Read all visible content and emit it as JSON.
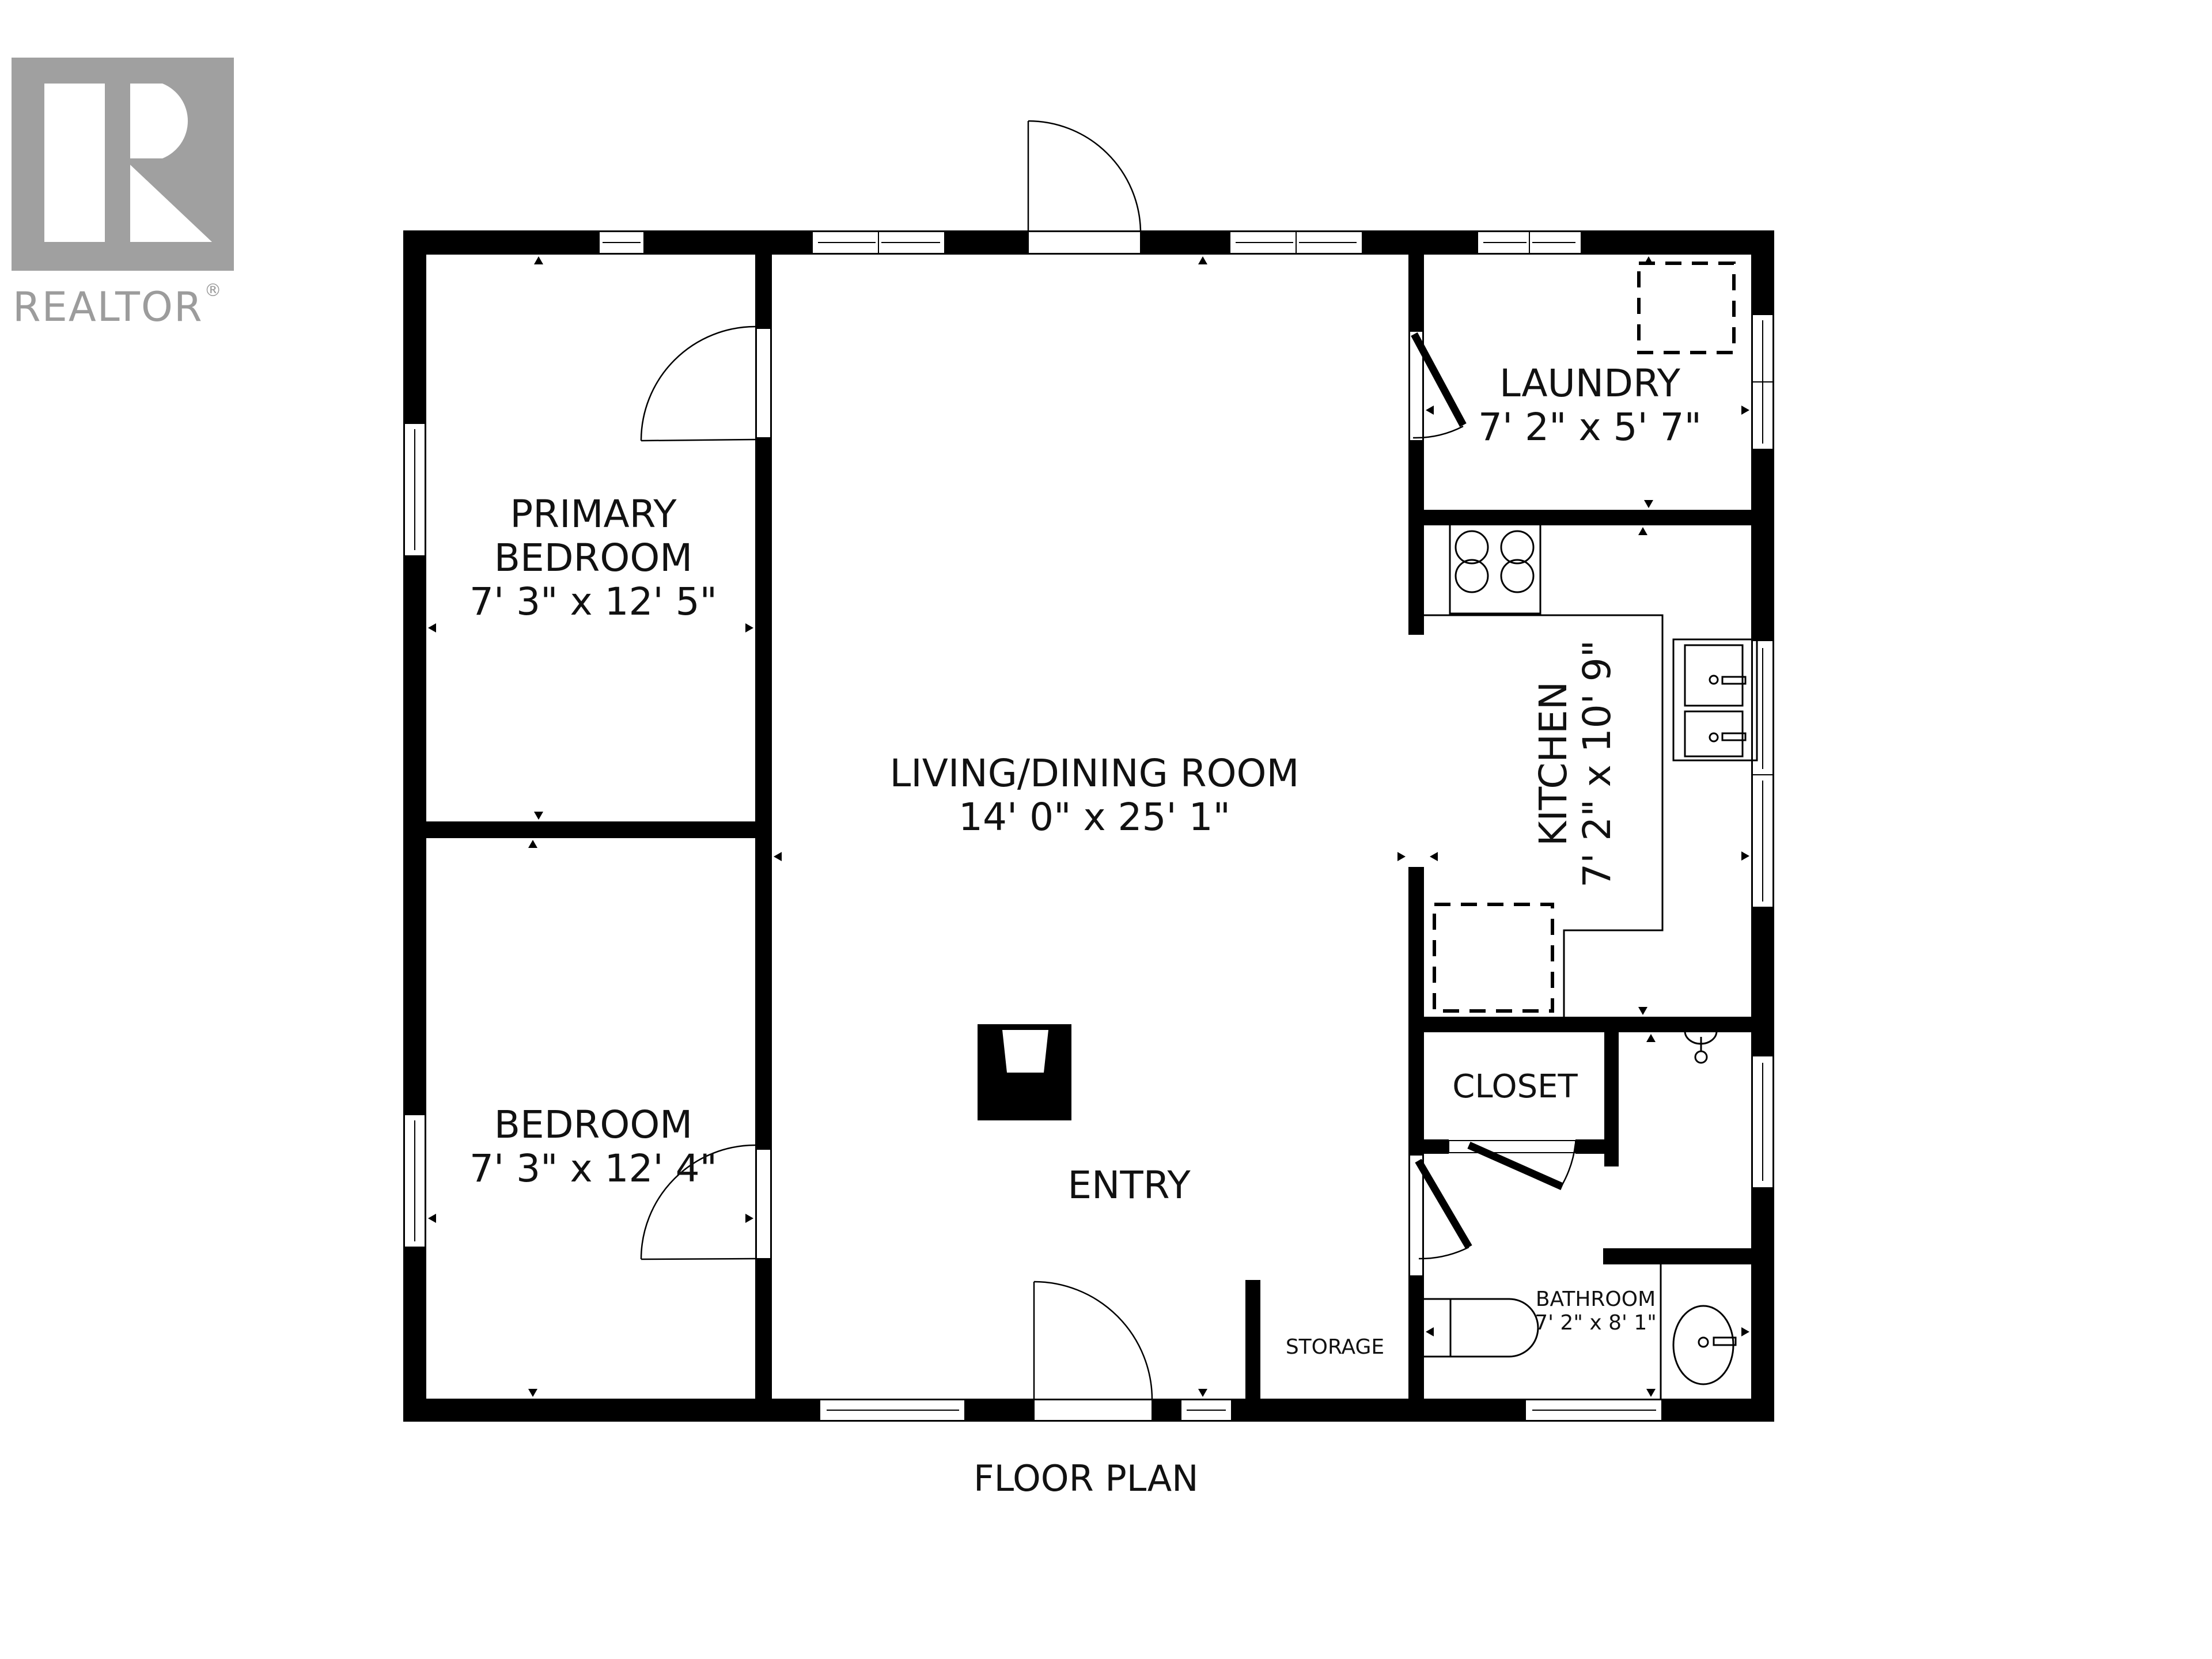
{
  "logo": {
    "word": "REALTOR",
    "registered_mark": "®",
    "color": "#a0a0a0"
  },
  "caption": "FLOOR PLAN",
  "rooms": {
    "primary_bedroom": {
      "name_line1": "PRIMARY",
      "name_line2": "BEDROOM",
      "dimensions": "7' 3\" x 12' 5\""
    },
    "bedroom": {
      "name": "BEDROOM",
      "dimensions": "7' 3\" x 12' 4\""
    },
    "living_dining": {
      "name": "LIVING/DINING ROOM",
      "dimensions": "14' 0\" x 25' 1\""
    },
    "entry": {
      "name": "ENTRY"
    },
    "storage": {
      "name": "STORAGE"
    },
    "laundry": {
      "name": "LAUNDRY",
      "dimensions": "7' 2\" x 5' 7\""
    },
    "kitchen": {
      "name": "KITCHEN",
      "dimensions": "7' 2\" x 10' 9\""
    },
    "closet": {
      "name": "CLOSET"
    },
    "bathroom": {
      "name": "BATHROOM",
      "dimensions": "7' 2\" x 8' 1\""
    }
  },
  "colors": {
    "wall": "#000000",
    "background": "#ffffff",
    "logo": "#a0a0a0"
  }
}
